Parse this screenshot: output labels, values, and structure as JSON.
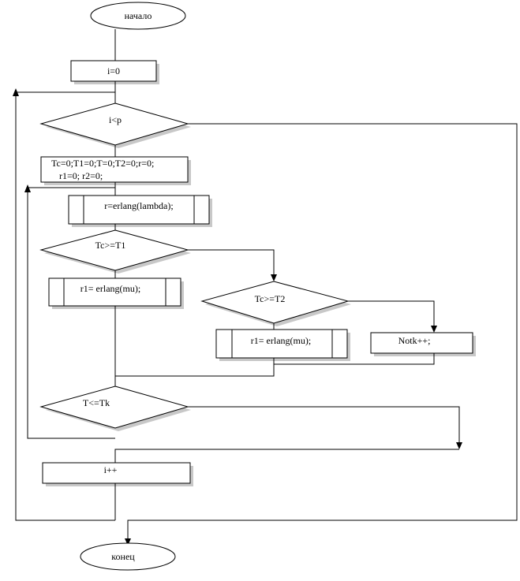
{
  "flowchart": {
    "start": "начало",
    "init_i": "i=0",
    "cond_outer": "i<p",
    "init_vars_line1": "Tc=0;T1=0;T=0;T2=0;r=0;",
    "init_vars_line2": "r1=0; r2=0;",
    "proc_r": "r=erlang(lambda);",
    "cond_tc_t1": "Tc>=T1",
    "proc_r1_a": "r1= erlang(mu);",
    "cond_tc_t2": "Tc>=T2",
    "proc_r1_b": "r1= erlang(mu);",
    "notk": "Notk++;",
    "cond_t_tk": "T<=Tk",
    "inc_i": "i++",
    "end": "конец"
  }
}
